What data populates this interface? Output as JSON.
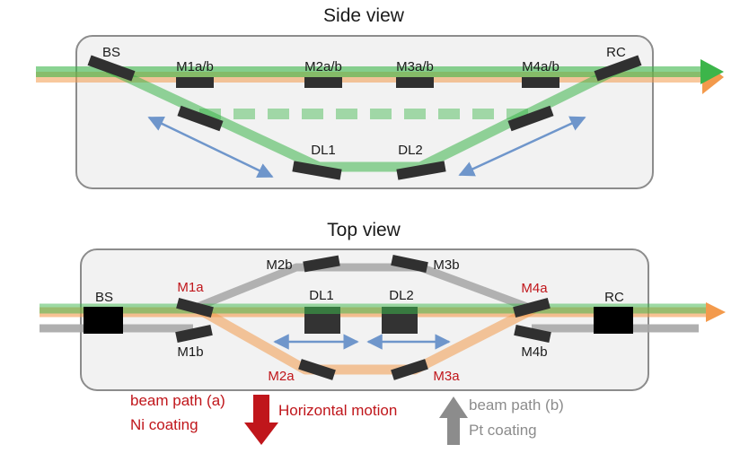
{
  "side_view": {
    "title": "Side view",
    "labels": {
      "bs": "BS",
      "m1": "M1a/b",
      "m2": "M2a/b",
      "m3": "M3a/b",
      "m4": "M4a/b",
      "rc": "RC",
      "dl1": "DL1",
      "dl2": "DL2"
    }
  },
  "top_view": {
    "title": "Top view",
    "labels": {
      "bs": "BS",
      "rc": "RC",
      "m1a": "M1a",
      "m1b": "M1b",
      "m2a": "M2a",
      "m2b": "M2b",
      "m3a": "M3a",
      "m3b": "M3b",
      "m4a": "M4a",
      "m4b": "M4b",
      "dl1": "DL1",
      "dl2": "DL2"
    }
  },
  "legend": {
    "path_a_line1": "beam path (a)",
    "path_a_line2": "Ni coating",
    "motion": "Horizontal motion",
    "path_b_line1": "beam path (b)",
    "path_b_line2": "Pt coating"
  },
  "colors": {
    "green_beam": "#3cb54a",
    "orange_beam": "#f39a4c",
    "grey_beam": "#a6a6a6",
    "motion_arrow": "#6f96cb",
    "red_text": "#c0161b",
    "mirror": "#303030"
  }
}
